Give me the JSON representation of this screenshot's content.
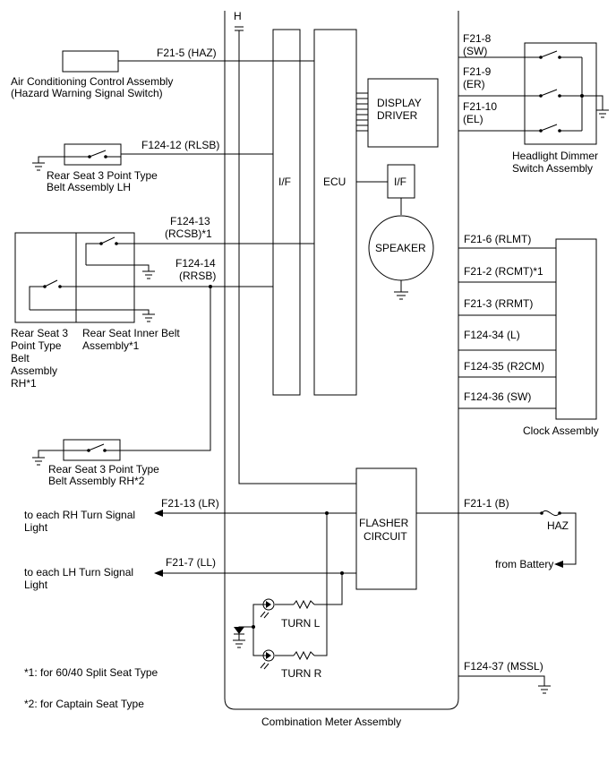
{
  "meter": {
    "name": "Combination Meter Assembly",
    "top_marker": "H",
    "if_left": "I/F",
    "ecu": "ECU",
    "if_right": "I/F",
    "display_driver_line1": "DISPLAY",
    "display_driver_line2": "DRIVER",
    "speaker": "SPEAKER",
    "flasher_line1": "FLASHER",
    "flasher_line2": "CIRCUIT",
    "turn_l": "TURN L",
    "turn_r": "TURN R"
  },
  "left": {
    "ac_pin": "F21-5 (HAZ)",
    "ac_line1": "Air Conditioning Control Assembly",
    "ac_line2": "(Hazard Warning Signal Switch)",
    "rlsb_pin": "F124-12 (RLSB)",
    "rlsb_line1": "Rear Seat 3 Point Type",
    "rlsb_line2": "Belt Assembly LH",
    "rcsb_pin1": "F124-13",
    "rcsb_pin2": "(RCSB)*1",
    "rrsb_pin1": "F124-14",
    "rrsb_pin2": "(RRSB)",
    "rh_line1": "Rear Seat 3",
    "rh_line2": "Point Type",
    "rh_line3": "Belt",
    "rh_line4": "Assembly",
    "rh_line5": "RH*1",
    "inner_line1": "Rear Seat Inner Belt",
    "inner_line2": "Assembly*1",
    "rh2_line1": "Rear Seat 3 Point Type",
    "rh2_line2": "Belt Assembly RH*2",
    "lr_pin": "F21-13 (LR)",
    "rh_turn_line1": "to each RH Turn Signal",
    "rh_turn_line2": "Light",
    "ll_pin": "F21-7 (LL)",
    "lh_turn_line1": "to each LH Turn Signal",
    "lh_turn_line2": "Light",
    "note1": "*1: for 60/40 Split Seat Type",
    "note2": "*2: for Captain Seat Type"
  },
  "right": {
    "sw_pin1": "F21-8",
    "sw_pin2": "(SW)",
    "er_pin1": "F21-9",
    "er_pin2": "(ER)",
    "el_pin1": "F21-10",
    "el_pin2": "(EL)",
    "dimmer_line1": "Headlight Dimmer",
    "dimmer_line2": "Switch Assembly",
    "clock_pins": [
      "F21-6 (RLMT)",
      "F21-2 (RCMT)*1",
      "F21-3 (RRMT)",
      "F124-34 (L)",
      "F124-35 (R2CM)",
      "F124-36 (SW)"
    ],
    "clock_name": "Clock Assembly",
    "b_pin": "F21-1 (B)",
    "haz": "HAZ",
    "battery": "from Battery",
    "mssl_pin": "F124-37 (MSSL)"
  }
}
